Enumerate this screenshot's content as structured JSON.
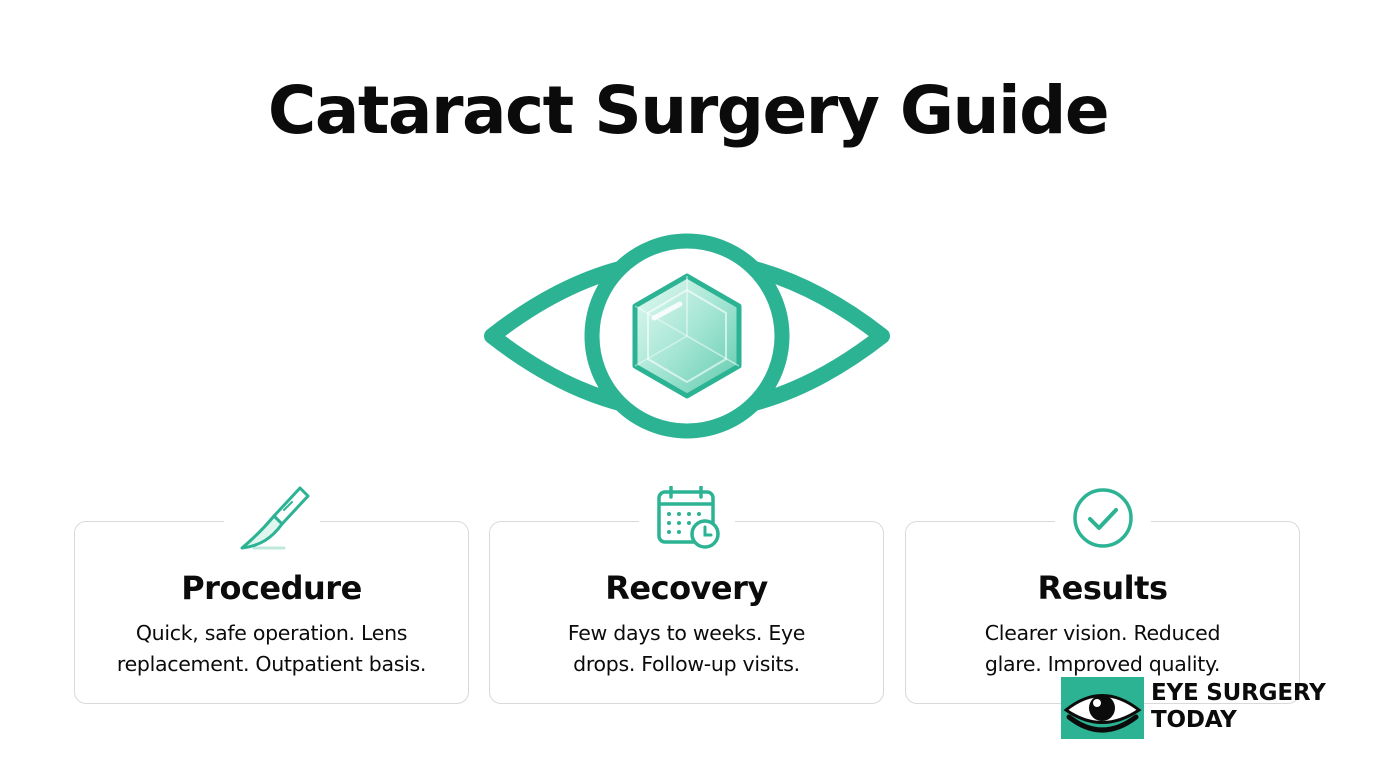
{
  "title": "Cataract Surgery Guide",
  "colors": {
    "accent": "#2bb394",
    "text": "#0b0b0b",
    "card_border": "#d6dadd"
  },
  "cards": [
    {
      "icon": "scalpel-icon",
      "title": "Procedure",
      "lines": [
        "Quick, safe operation. Lens",
        "replacement. Outpatient basis."
      ]
    },
    {
      "icon": "calendar-clock-icon",
      "title": "Recovery",
      "lines": [
        "Few days to weeks. Eye",
        "drops. Follow-up visits."
      ]
    },
    {
      "icon": "check-circle-icon",
      "title": "Results",
      "lines": [
        "Clearer vision. Reduced",
        "glare. Improved quality."
      ]
    }
  ],
  "logo": {
    "icon": "eye-icon",
    "line1": "EYE SURGERY",
    "line2": "TODAY"
  }
}
